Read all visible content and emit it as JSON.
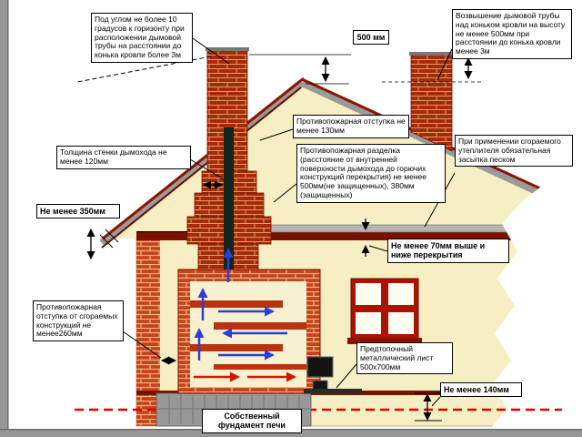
{
  "callouts": {
    "angle": "Под углом не более 10 градусов к горизонту при расположении дымовой трубы на расстоянии до конька кровли более 3м",
    "dim500": "500 мм",
    "elevation": "Возвышение дымовой трубы над коньком кровли на высоту не менее 500мм при расстоянии до конька кровли менее 3м",
    "otstupka130": "Противопожарная отступка не менее 130мм",
    "wall_thickness": "Толщина стенки дымохода не менее 120мм",
    "razdelka": "Противопожарная разделка (расстояние от внутренней поверхности дымохода до горючих конструкций перекрытия) не менее 500мм(не защищенных), 380мм (защищенных)",
    "sand": "При применении сгораемого утеплителя обязательная засыпка песком",
    "min350": "Не менее 350мм",
    "min70": "Не менее 70мм выше и ниже перекрытия",
    "otstupka260": "Противопожарная отступка от сгораемых конструкций не менее260мм",
    "metal_sheet": "Предтопочный металлический лист 500x700мм",
    "min140": "Не менее 140мм",
    "foundation": "Собственный фундамент печи"
  },
  "colors": {
    "brick": "#c8431a",
    "brick_dark": "#a52a08",
    "wall": "#f6efc4",
    "roof_gray": "#9a9a9a",
    "roof_edge_red": "#8b1500",
    "ceiling_red": "#7a1200",
    "flue_dark": "#14261c",
    "arrow_blue": "#2b3fd6",
    "arrow_red": "#d61400",
    "ground_dashed_red": "#e00000",
    "foundation_gray": "#989898"
  }
}
